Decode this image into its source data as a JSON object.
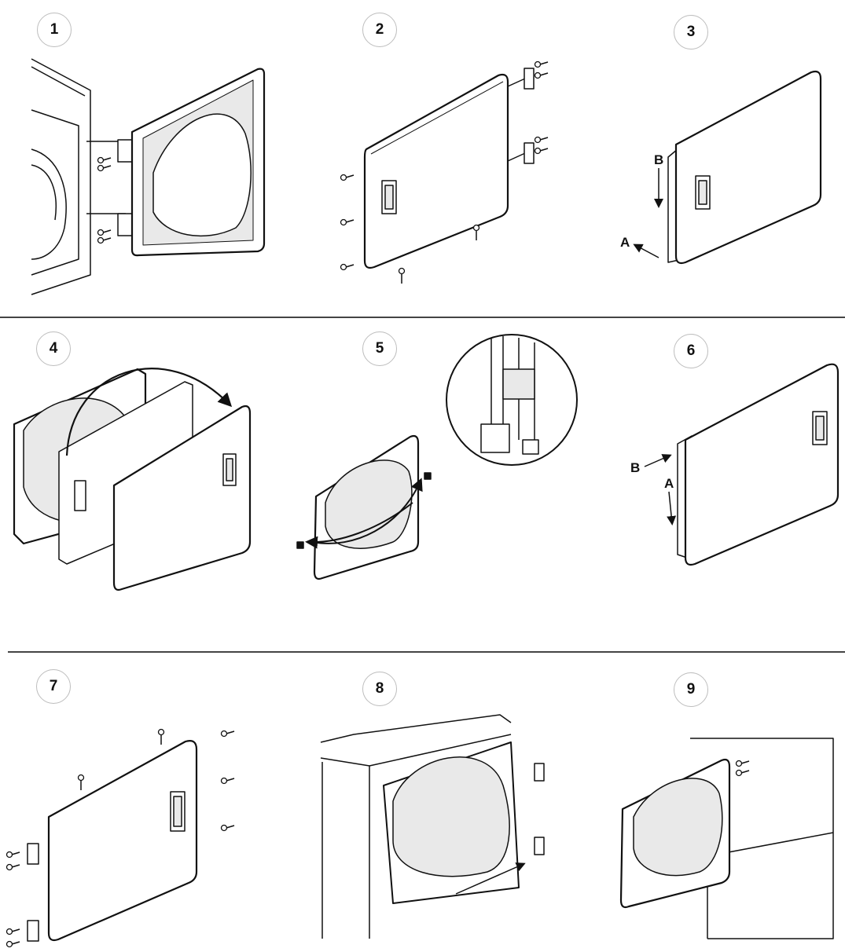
{
  "steps": [
    {
      "number": "1"
    },
    {
      "number": "2"
    },
    {
      "number": "3",
      "callouts": [
        "B",
        "A"
      ]
    },
    {
      "number": "4"
    },
    {
      "number": "5"
    },
    {
      "number": "6",
      "callouts": [
        "B",
        "A"
      ]
    },
    {
      "number": "7"
    },
    {
      "number": "8"
    },
    {
      "number": "9"
    }
  ],
  "colors": {
    "ink": "#111111",
    "panel": "#ffffff",
    "circle_border": "#bdbdbd",
    "shade": "#e9e9e9"
  }
}
